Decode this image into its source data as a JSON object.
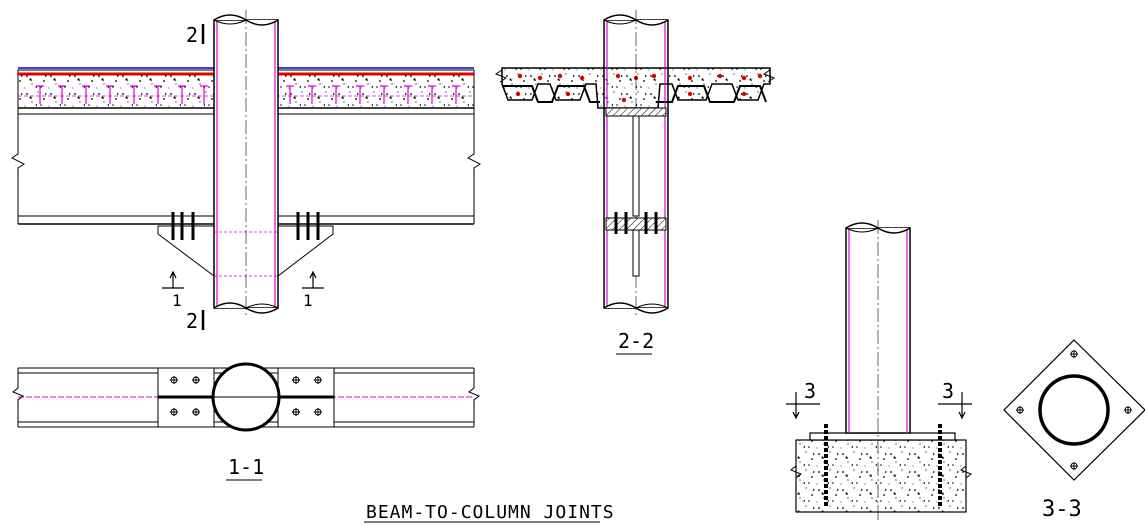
{
  "title": "BEAM-TO-COLUMN JOINTS",
  "sections": {
    "s11": "1-1",
    "s22": "2-2",
    "s33": "3-3"
  },
  "cut_marks": {
    "two": "2",
    "one": "1",
    "three": "3"
  },
  "colors": {
    "line": "#000000",
    "rebar": "#e00000",
    "magenta": "#e000e0",
    "blue": "#0000cc"
  }
}
